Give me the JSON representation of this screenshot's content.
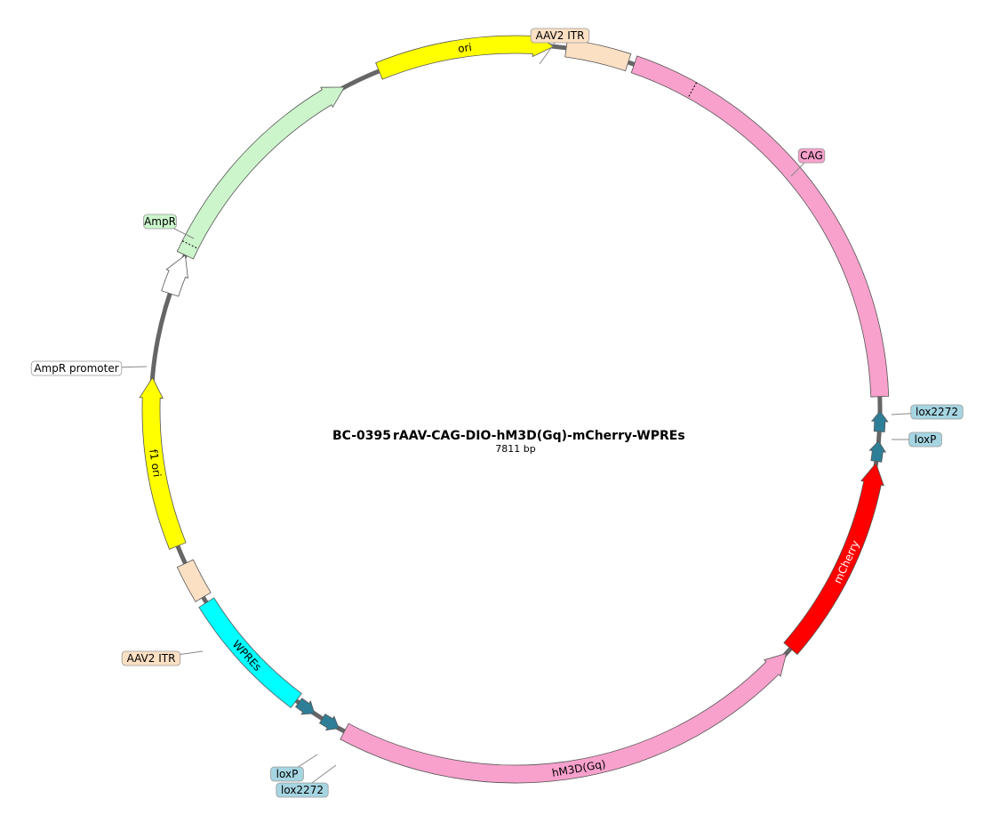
{
  "map": {
    "name": "BC-0395",
    "title": "rAAV-CAG-DIO-hM3D(Gq)-mCherry-WPREs",
    "length": "7811 bp"
  },
  "features": [
    {
      "id": "aav2-itr-top",
      "label": "AAV2 ITR",
      "type": "box",
      "color": "#fce0c4",
      "start": 8,
      "end": 18,
      "label_mode": "callout"
    },
    {
      "id": "cag",
      "label": "CAG",
      "type": "box",
      "color": "#f8a1cc",
      "start": 19,
      "end": 88,
      "label_mode": "callout",
      "divider": 29
    },
    {
      "id": "lox2272-right",
      "label": "lox2272",
      "type": "small",
      "color": "#2f7e97",
      "start": 90.3,
      "end": 93.5,
      "label_mode": "callout"
    },
    {
      "id": "loxp-right",
      "label": "loxP",
      "type": "small",
      "color": "#2f7e97",
      "start": 95.0,
      "end": 98.2,
      "label_mode": "callout"
    },
    {
      "id": "mcherry",
      "label": "mCherry",
      "type": "arrow",
      "direction": "ccw",
      "color": "#ff0000",
      "start": 98.5,
      "end": 131,
      "label_mode": "inside",
      "label_color": "#ffffff"
    },
    {
      "id": "hm3d-gq",
      "label": "hM3D(Gq)",
      "type": "arrow",
      "direction": "ccw",
      "color": "#f8a1cc",
      "start": 132,
      "end": 208,
      "label_mode": "inside",
      "label_color": "#000000"
    },
    {
      "id": "lox2272-left",
      "label": "lox2272",
      "type": "small",
      "color": "#2f7e97",
      "start": 209,
      "end": 212,
      "label_mode": "callout"
    },
    {
      "id": "loxp-left",
      "label": "loxP",
      "type": "small",
      "color": "#2f7e97",
      "start": 213.5,
      "end": 216.5,
      "label_mode": "callout"
    },
    {
      "id": "wpres",
      "label": "WPREs",
      "type": "box",
      "color": "#00ffff",
      "start": 217,
      "end": 238,
      "label_mode": "inside",
      "label_color": "#000000"
    },
    {
      "id": "aav2-itr-left",
      "label": "AAV2 ITR",
      "type": "box",
      "color": "#fce0c4",
      "start": 239,
      "end": 245,
      "label_mode": "callout"
    },
    {
      "id": "f1-ori",
      "label": "f1 ori",
      "type": "arrow",
      "direction": "cw",
      "color": "#ffff00",
      "start": 248,
      "end": 275,
      "label_mode": "inside",
      "label_color": "#000000"
    },
    {
      "id": "ampr-promoter",
      "label": "AmpR promoter",
      "type": "arrow",
      "direction": "cw",
      "color": "#ffffff",
      "start": 288.5,
      "end": 295,
      "label_mode": "callout"
    },
    {
      "id": "ampr",
      "label": "AmpR",
      "type": "arrow",
      "direction": "cw",
      "color": "#ccf5cc",
      "start": 295,
      "end": 332,
      "label_mode": "callout",
      "divider": 296.8
    },
    {
      "id": "ori",
      "label": "ori",
      "type": "arrow",
      "direction": "cw",
      "color": "#ffff00",
      "start": 338,
      "end": 6,
      "label_mode": "inside",
      "label_color": "#000000"
    }
  ],
  "colors": {
    "backbone": "#666666",
    "callout_line": "#888888",
    "feature_stroke": "#555555"
  }
}
